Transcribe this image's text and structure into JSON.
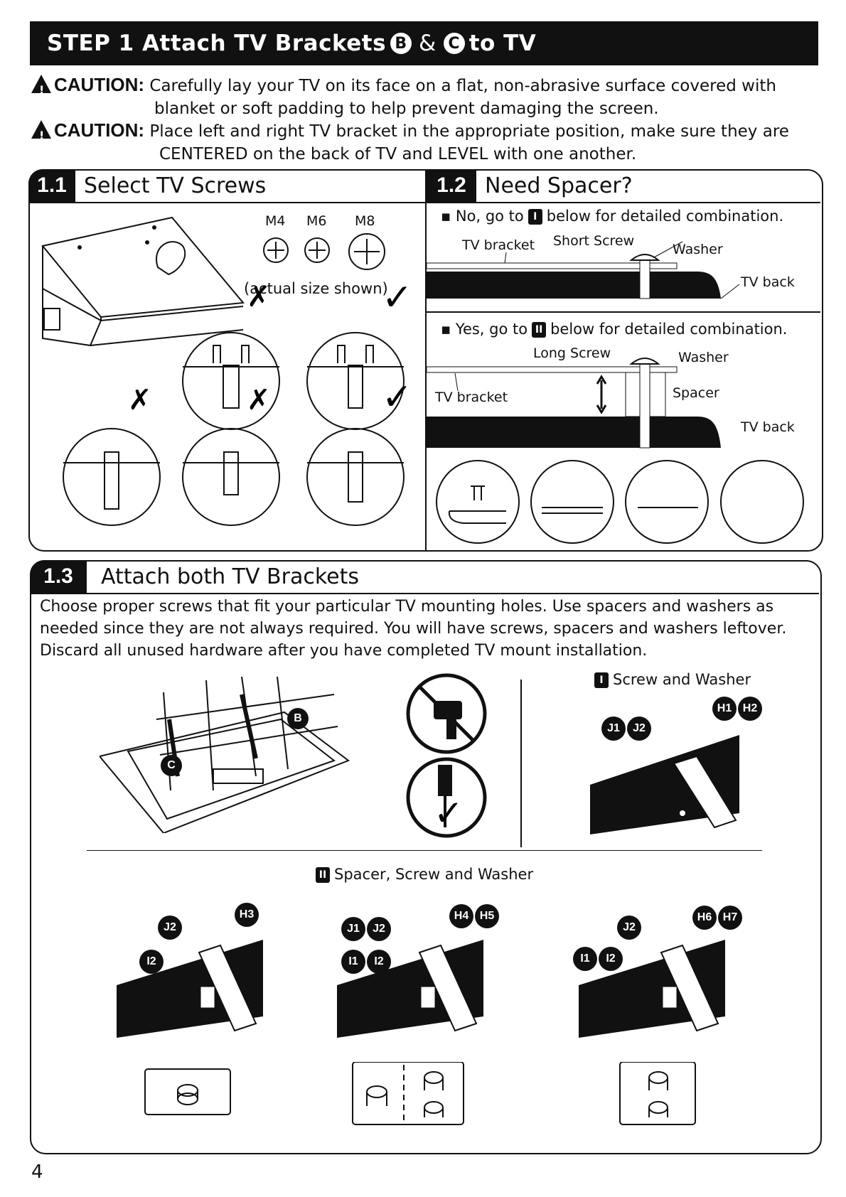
{
  "step": {
    "prefix": "STEP 1 Attach TV Brackets",
    "b": "B",
    "amp": "&",
    "c": "C",
    "suffix": "to TV"
  },
  "cautions": [
    {
      "label": "CAUTION:",
      "line1": "Carefully lay your TV on its face on a flat, non-abrasive surface covered with",
      "line2": "blanket or soft padding to help prevent damaging the screen."
    },
    {
      "label": "CAUTION:",
      "line1": "Place left and right TV bracket in the appropriate position, make sure they are",
      "line2": "CENTERED on the back of TV and LEVEL with one another."
    }
  ],
  "section11": {
    "num": "1.1",
    "title": "Select TV Screws",
    "sizes": [
      "M4",
      "M6",
      "M8"
    ],
    "caption": "(actual size shown)"
  },
  "section12": {
    "num": "1.2",
    "title": "Need Spacer?",
    "no_pre": "▪ No, go to",
    "no_roman": "I",
    "no_post": "below for detailed combination.",
    "no_labels": {
      "bracket": "TV bracket",
      "screw": "Short Screw",
      "washer": "Washer",
      "back": "TV back"
    },
    "yes_pre": "▪ Yes, go to",
    "yes_roman": "II",
    "yes_post": "below for detailed combination.",
    "yes_labels": {
      "screw": "Long Screw",
      "washer": "Washer",
      "bracket": "TV bracket",
      "spacer": "Spacer",
      "back": "TV back"
    }
  },
  "section13": {
    "num": "1.3",
    "title": "Attach both TV Brackets",
    "body": "Choose proper screws that fit your particular TV mounting holes. Use spacers and washers as needed since they are not always required. You will have screws, spacers and washers leftover. Discard all unused hardware after you have completed TV mount installation.",
    "bracket_b": "B",
    "bracket_c": "C",
    "combo1": {
      "roman": "I",
      "title": "Screw and Washer",
      "tags_top": [
        "H1",
        "H2"
      ],
      "tags_left": [
        "J1",
        "J2"
      ]
    },
    "combo2": {
      "roman": "II",
      "title": "Spacer, Screw and Washer"
    },
    "variants": [
      {
        "screws": [
          "H3"
        ],
        "washers": [
          "J2"
        ],
        "spacers": [
          "I2"
        ]
      },
      {
        "screws": [
          "H4",
          "H5"
        ],
        "washers": [
          "J1",
          "J2"
        ],
        "spacers": [
          "I1",
          "I2"
        ]
      },
      {
        "screws": [
          "H6",
          "H7"
        ],
        "washers": [
          "J2"
        ],
        "spacers": [
          "I1",
          "I2"
        ]
      }
    ]
  },
  "page_number": "4"
}
